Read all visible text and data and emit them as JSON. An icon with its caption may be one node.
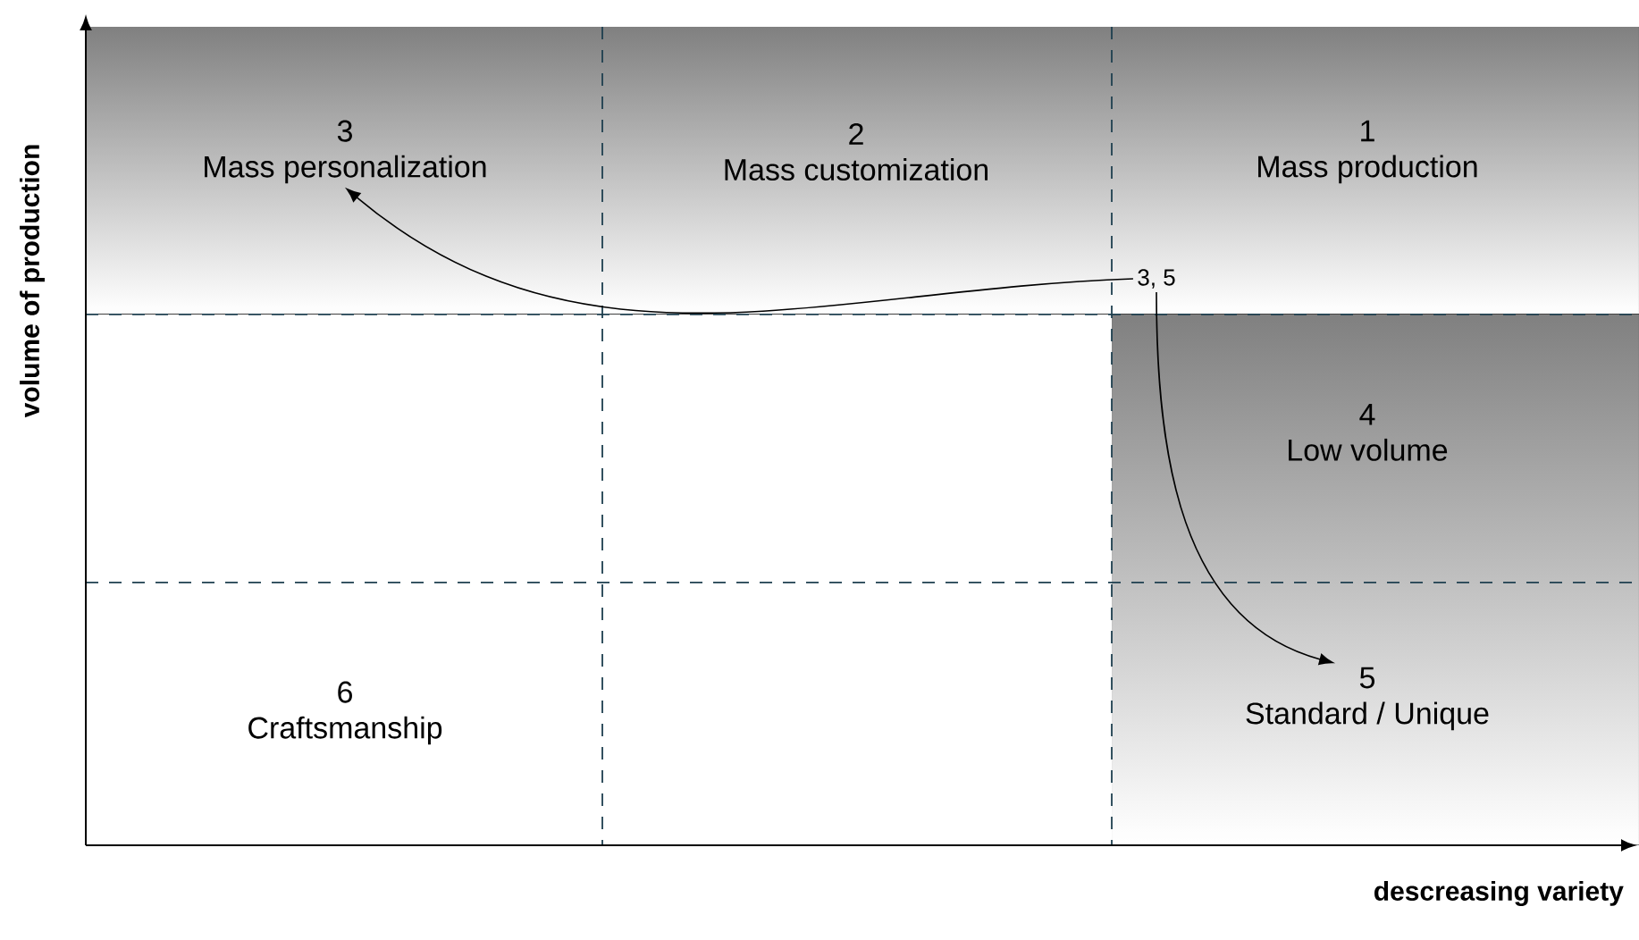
{
  "diagram": {
    "nodes": [
      {
        "text": [
          "3",
          "Mass personalization"
        ]
      },
      {
        "text": [
          "2",
          "Mass customization"
        ]
      },
      {
        "text": [
          "1",
          "Mass production"
        ]
      },
      {
        "text": [
          "3, 5"
        ]
      },
      {
        "text": [
          "4",
          "Low volume"
        ]
      },
      {
        "text": [
          "6",
          "Craftsmanship"
        ]
      },
      {
        "text": [
          "5",
          "Standard / Unique"
        ]
      }
    ],
    "edges": [
      {
        "from": 3,
        "to": 0,
        "arrow": "to"
      },
      {
        "from": 3,
        "to": 6,
        "arrow": "to"
      }
    ],
    "labels": [
      "volume of production",
      "descreasing variety"
    ]
  }
}
